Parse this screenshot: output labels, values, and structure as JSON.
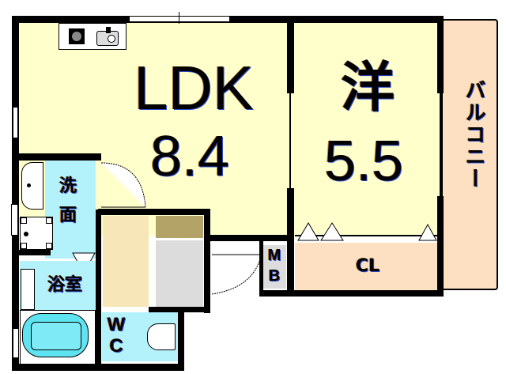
{
  "floorplan": {
    "rooms": {
      "ldk": {
        "name": "LDK",
        "size": "8.4"
      },
      "western": {
        "name": "洋",
        "size": "5.5"
      },
      "balcony": {
        "name": "バルコニー"
      },
      "closet": {
        "name": "CL"
      },
      "washroom": {
        "name_line1": "洗",
        "name_line2": "面"
      },
      "bathroom": {
        "name": "浴室"
      },
      "toilet": {
        "name_line1": "W",
        "name_line2": "C"
      },
      "meter_box": {
        "name_line1": "M",
        "name_line2": "B"
      }
    },
    "icons": [
      "stove-icon",
      "sink-icon",
      "washbasin-icon",
      "washing-machine-icon",
      "bathtub-icon",
      "toilet-icon",
      "refrigerator-space",
      "storage-shelf"
    ],
    "colors": {
      "living": "#ffffcc",
      "wet_area": "#b4f2fb",
      "balcony": "#fde0c2",
      "wall": "#000000",
      "storage_tan": "#f7e6b8",
      "storage_olive": "#b3a366",
      "storage_gray": "#dcdcdc"
    }
  }
}
